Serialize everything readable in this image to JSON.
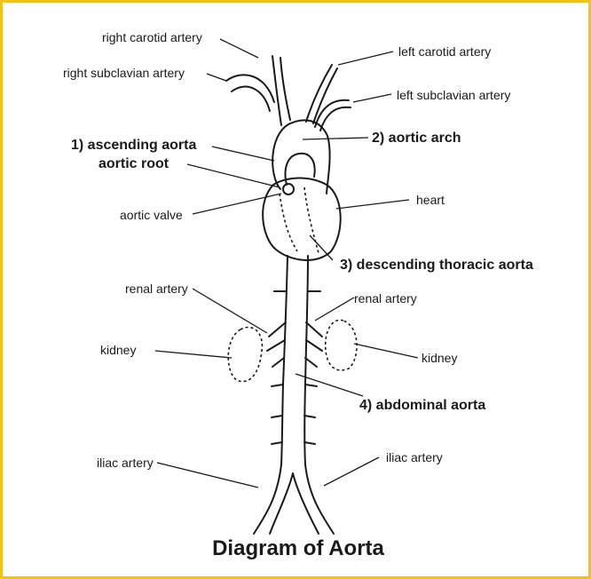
{
  "title": "Diagram of Aorta",
  "colors": {
    "border": "#f5c211",
    "ink": "#1a1a1a"
  },
  "labels": {
    "right_carotid": "right carotid artery",
    "left_carotid": "left carotid artery",
    "right_subclavian": "right subclavian artery",
    "left_subclavian": "left subclavian artery",
    "ascending_aorta": "1) ascending aorta",
    "aortic_root": "aortic root",
    "aortic_arch": "2) aortic arch",
    "heart": "heart",
    "aortic_valve": "aortic valve",
    "descending_thoracic": "3) descending thoracic aorta",
    "renal_left_side": "renal artery",
    "renal_right_side": "renal artery",
    "kidney_left_side": "kidney",
    "kidney_right_side": "kidney",
    "abdominal_aorta": "4) abdominal aorta",
    "iliac_left_side": "iliac artery",
    "iliac_right_side": "iliac artery"
  }
}
